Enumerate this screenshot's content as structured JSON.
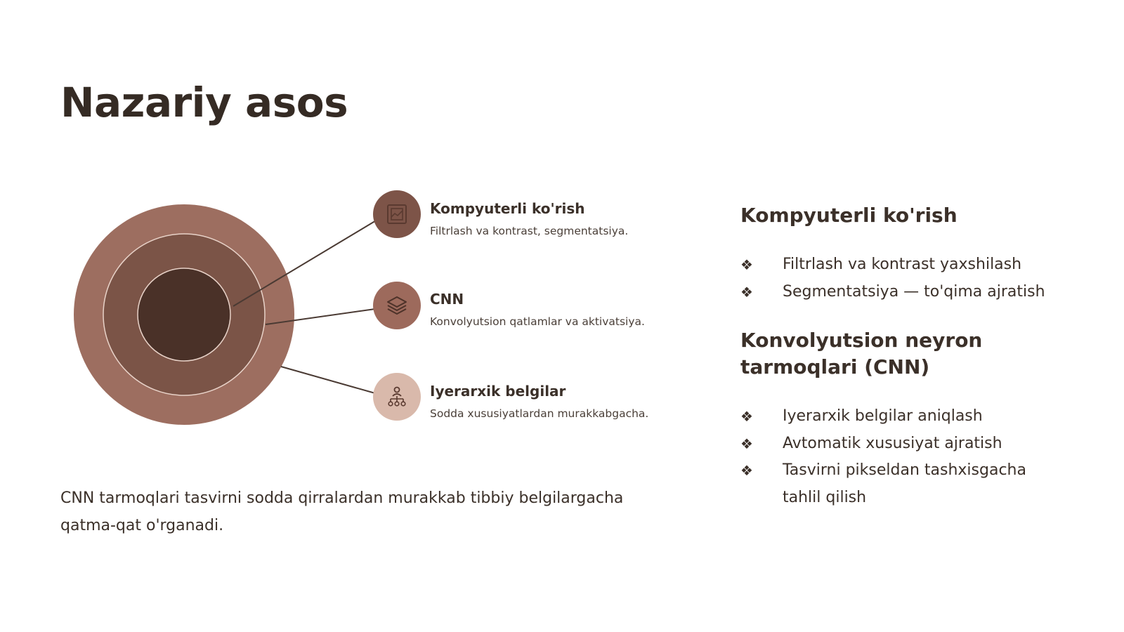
{
  "title": "Nazariy asos",
  "colors": {
    "outer_ring": "#9d6e60",
    "middle_ring": "#7b5447",
    "core": "#4a3128",
    "text": "#3b3029",
    "node1": "#7d5448",
    "node2": "#9d6a5c",
    "node3": "#d9b9ab"
  },
  "diagram": {
    "nodes": [
      {
        "title": "Kompyuterli ko'rish",
        "description": "Filtrlash va kontrast, segmentatsiya.",
        "icon": "image-scan-icon"
      },
      {
        "title": "CNN",
        "description": "Konvolyutsion qatlamlar va aktivatsiya.",
        "icon": "layers-icon"
      },
      {
        "title": "Iyerarxik belgilar",
        "description": "Sodda xususiyatlardan murakkabgacha.",
        "icon": "hierarchy-icon"
      }
    ]
  },
  "caption": "CNN tarmoqlari tasvirni sodda qirralardan murakkab tibbiy belgilargacha qatma-qat o'rganadi.",
  "right": {
    "sections": [
      {
        "heading": "Kompyuterli ko'rish",
        "bullets": [
          "Filtrlash va kontrast yaxshilash",
          "Segmentatsiya — to'qima ajratish"
        ]
      },
      {
        "heading": "Konvolyutsion neyron tarmoqlari (CNN)",
        "bullets": [
          "Iyerarxik belgilar aniqlash",
          "Avtomatik xususiyat ajratish",
          "Tasvirni pikseldan tashxisgacha tahlil qilish"
        ]
      }
    ],
    "bullet_glyph": "❖"
  }
}
